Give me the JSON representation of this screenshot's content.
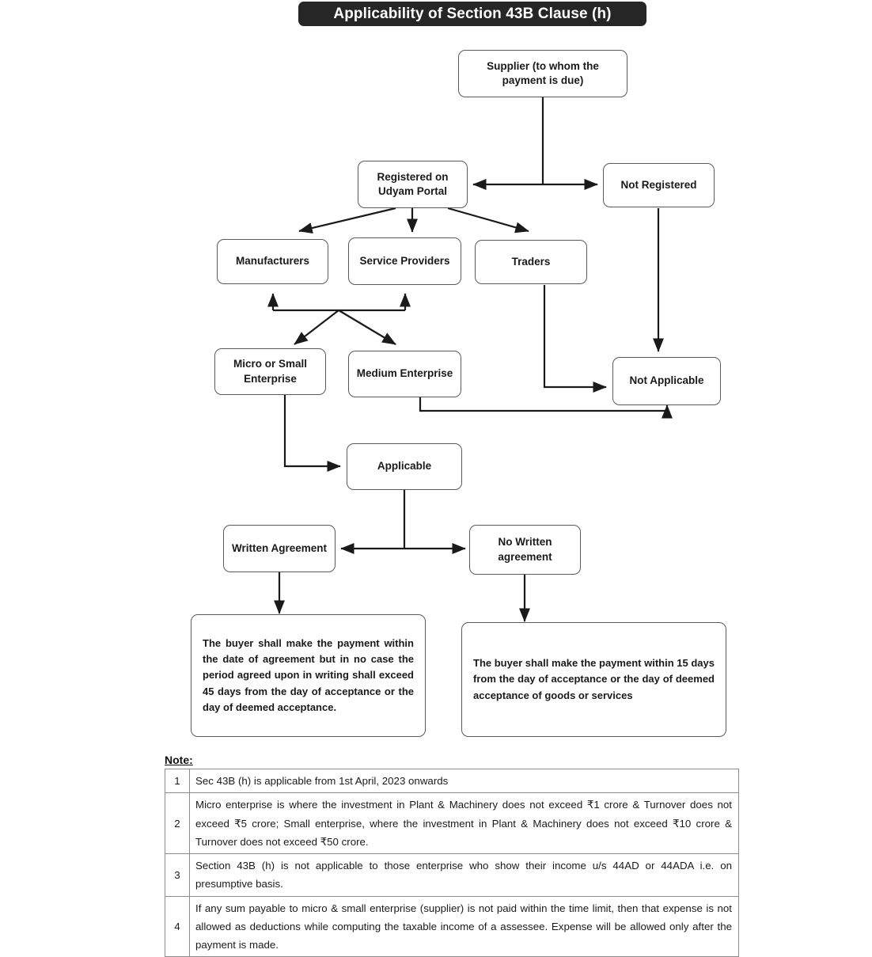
{
  "title": {
    "text": "Applicability of Section 43B Clause (h)",
    "background": "#262626",
    "color": "#ffffff"
  },
  "flowchart": {
    "type": "flowchart",
    "orientation": "top-down",
    "nodes": {
      "supplier": "Supplier (to whom the payment is due)",
      "registered": "Registered on Udyam Portal",
      "not_registered": "Not Registered",
      "manufacturers": "Manufacturers",
      "service_providers": "Service Providers",
      "traders": "Traders",
      "micro_small": "Micro or Small Enterprise",
      "medium": "Medium Enterprise",
      "not_applicable": "Not Applicable",
      "applicable": "Applicable",
      "written_agreement": "Written Agreement",
      "no_written_agreement": "No Written agreement",
      "written_outcome": "The buyer shall make the payment within the date of agreement but in no case the period agreed upon in writing shall exceed 45 days from the day of acceptance or the day of deemed acceptance.",
      "no_written_outcome": "The buyer shall make the payment within 15 days from the day of acceptance or the day of deemed acceptance of goods or services"
    },
    "edges": [
      {
        "from": "supplier",
        "to": "registered"
      },
      {
        "from": "supplier",
        "to": "not_registered"
      },
      {
        "from": "registered",
        "to": "manufacturers"
      },
      {
        "from": "registered",
        "to": "service_providers"
      },
      {
        "from": "registered",
        "to": "traders"
      },
      {
        "from": "manufacturers",
        "to": "micro_small"
      },
      {
        "from": "manufacturers",
        "to": "medium"
      },
      {
        "from": "service_providers",
        "to": "micro_small"
      },
      {
        "from": "service_providers",
        "to": "medium"
      },
      {
        "from": "micro_small",
        "to": "applicable"
      },
      {
        "from": "medium",
        "to": "not_applicable"
      },
      {
        "from": "traders",
        "to": "not_applicable"
      },
      {
        "from": "not_registered",
        "to": "not_applicable"
      },
      {
        "from": "applicable",
        "to": "written_agreement"
      },
      {
        "from": "applicable",
        "to": "no_written_agreement"
      },
      {
        "from": "written_agreement",
        "to": "written_outcome"
      },
      {
        "from": "no_written_agreement",
        "to": "no_written_outcome"
      }
    ],
    "style": {
      "node_border": "#5a5a5a",
      "node_fill": "#ffffff",
      "connector": "#1a1a1a"
    }
  },
  "notes": {
    "label": "Note:",
    "rows": [
      {
        "num": "1",
        "text": "Sec 43B (h) is applicable from 1st April, 2023 onwards"
      },
      {
        "num": "2",
        "text": "Micro enterprise is where the investment in Plant & Machinery does not exceed ₹1 crore & Turnover does not exceed ₹5 crore; Small enterprise, where the investment in Plant & Machinery does not exceed ₹10 crore & Turnover does not exceed ₹50 crore."
      },
      {
        "num": "3",
        "text": "Section 43B (h) is not applicable to those enterprise who show their income u/s 44AD or 44ADA i.e. on presumptive basis."
      },
      {
        "num": "4",
        "text": "If any sum payable to micro & small enterprise (supplier) is not paid within the time limit, then that expense is not allowed as deductions while computing the taxable income of a assessee. Expense will be allowed only after the payment is made."
      }
    ]
  }
}
